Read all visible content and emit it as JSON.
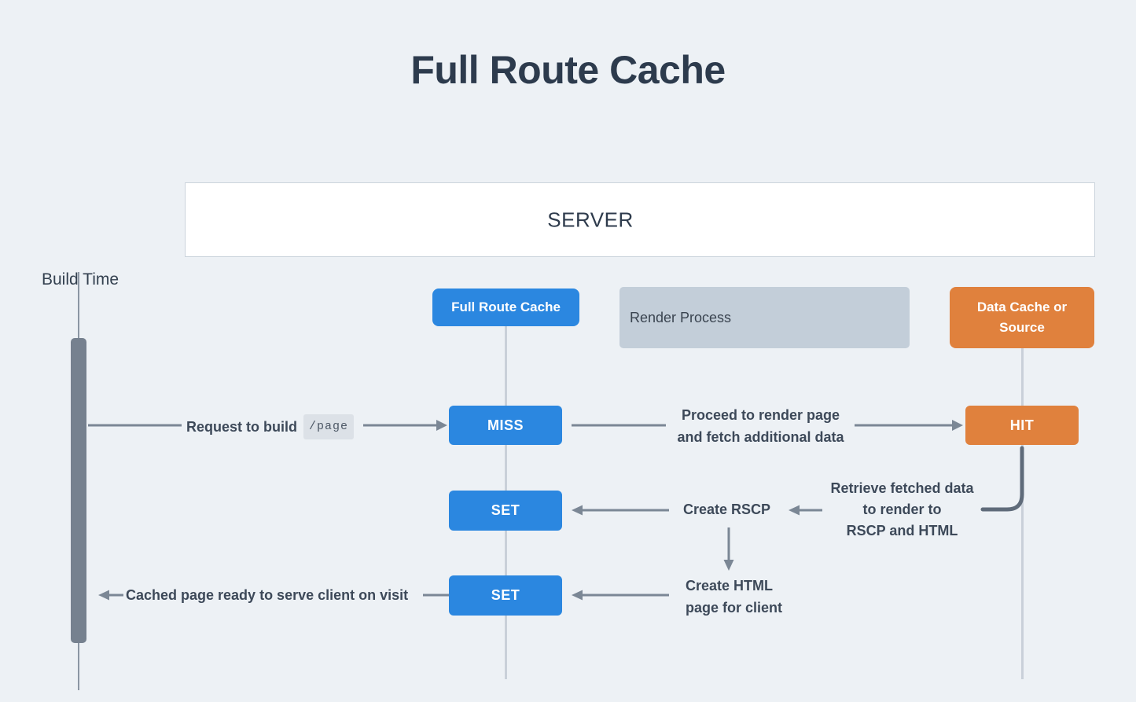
{
  "title": "Full Route Cache",
  "server": {
    "label": "SERVER"
  },
  "timeline": {
    "label": "Build Time"
  },
  "lane_headers": {
    "full_route_cache": "Full Route Cache",
    "render_process": "Render Process",
    "data_cache": "Data Cache or Source"
  },
  "nodes": {
    "miss": "MISS",
    "hit": "HIT",
    "set_rscp": "SET",
    "set_html": "SET"
  },
  "edge_labels": {
    "request": {
      "text": "Request to build",
      "code": "/page"
    },
    "proceed": {
      "line1": "Proceed to render page",
      "line2": "and fetch additional data"
    },
    "retrieve": {
      "line1": "Retrieve fetched data",
      "line2": "to render to",
      "line3": "RSCP and HTML"
    },
    "create_rscp": "Create RSCP",
    "create_html": {
      "line1": "Create HTML",
      "line2": "page for client"
    },
    "cached_ready": "Cached page ready to serve client on visit"
  },
  "colors": {
    "background": "#edf1f5",
    "cache_blue": "#2b87e0",
    "data_orange": "#e0813d",
    "render_panel_gray": "#c3ced9",
    "arrow_gray": "#7b8795",
    "dark_connector": "#5f6b7a",
    "timeline_bar": "#76818f",
    "lane_line": "#c9d0d9",
    "label_text": "#3d4959",
    "title_text": "#2d3b4d"
  }
}
